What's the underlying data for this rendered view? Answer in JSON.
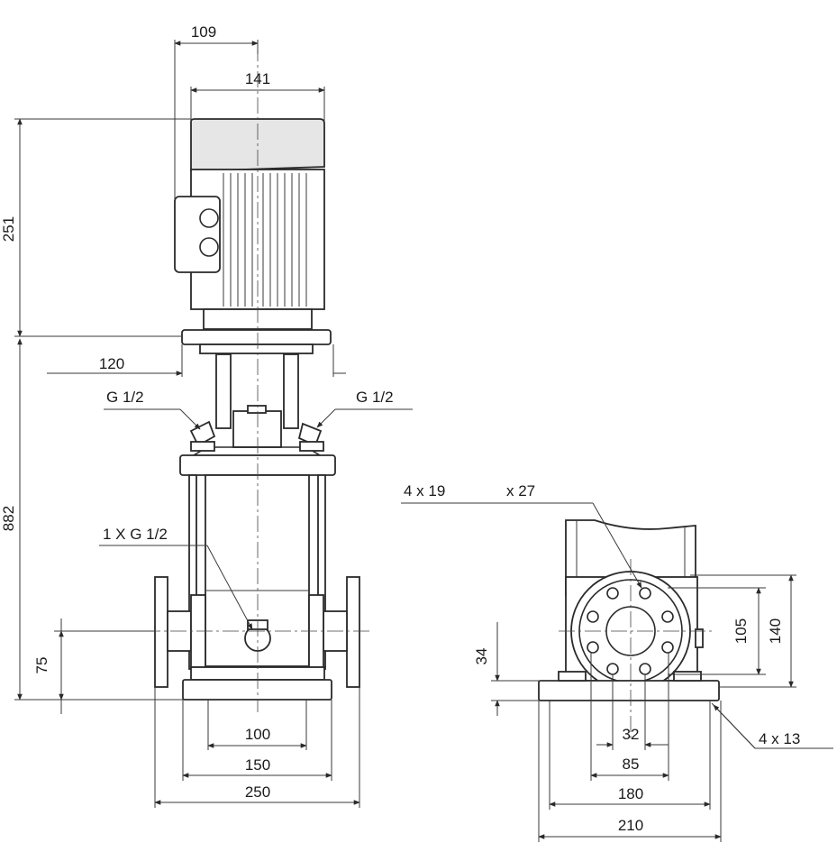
{
  "dimensions": {
    "top_109": "109",
    "top_141": "141",
    "left_251": "251",
    "left_882": "882",
    "left_75": "75",
    "flange_120": "120",
    "bottom_100": "100",
    "bottom_150": "150",
    "bottom_250": "250",
    "right_34": "34",
    "right_105": "105",
    "right_140": "140",
    "right_32": "32",
    "right_85": "85",
    "right_180": "180",
    "right_210": "210"
  },
  "callouts": {
    "vent_left": "G 1/2",
    "vent_right": "G 1/2",
    "drain": "1 X G 1/2",
    "flange_holes": "4 x 19",
    "flange_holes_x": "x 27",
    "base_holes": "4 x 13"
  },
  "colors": {
    "line": "#2a2a2a",
    "motor_fill": "#e6e6e6",
    "background": "#ffffff"
  }
}
